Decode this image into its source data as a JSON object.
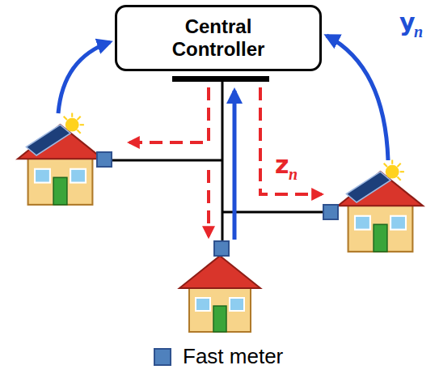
{
  "diagram": {
    "nodes": [
      {
        "text": [
          "Central Controller"
        ]
      }
    ],
    "labels": [
      "y",
      "n",
      "z",
      "n"
    ],
    "legend": [
      {
        "text": "Fast meter",
        "color": "#4f81bd"
      }
    ]
  }
}
